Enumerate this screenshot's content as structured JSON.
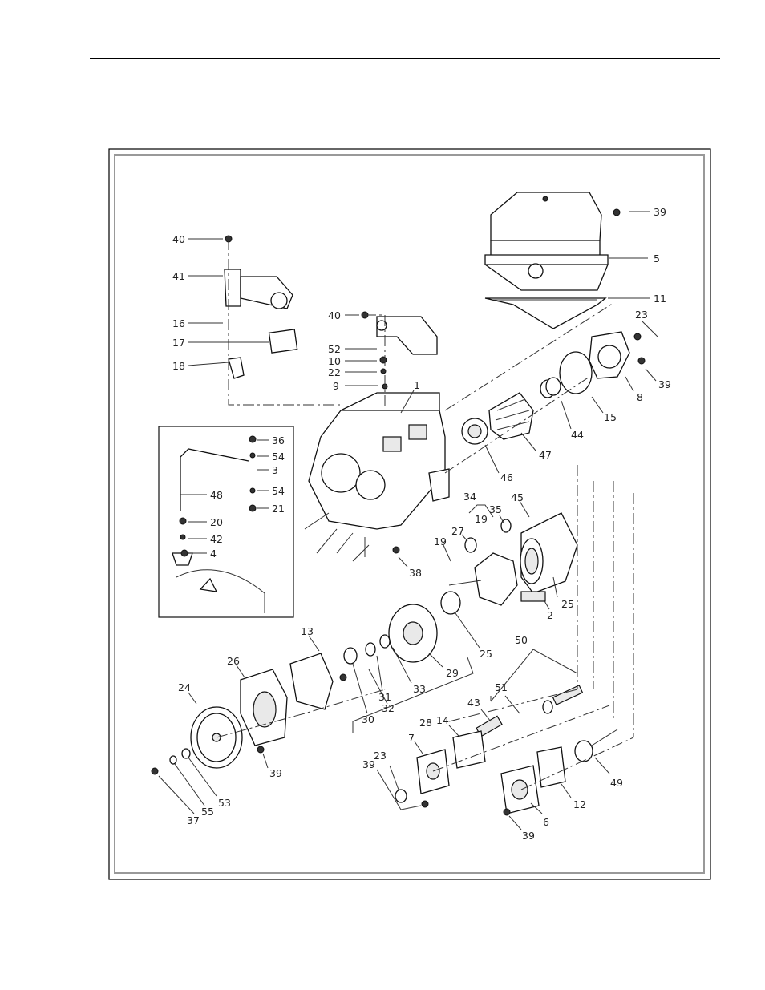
{
  "callouts": {
    "c40a": "40",
    "c41": "41",
    "c16": "16",
    "c17": "17",
    "c18": "18",
    "c40b": "40",
    "c52": "52",
    "c10": "10",
    "c22": "22",
    "c9": "9",
    "c1": "1",
    "c39a": "39",
    "c5": "5",
    "c11": "11",
    "c23a": "23",
    "c39b": "39",
    "c8": "8",
    "c15": "15",
    "c44": "44",
    "c47": "47",
    "c46": "46",
    "c36": "36",
    "c54a": "54",
    "c3": "3",
    "c54b": "54",
    "c21": "21",
    "c48": "48",
    "c20": "20",
    "c42": "42",
    "c4": "4",
    "c38": "38",
    "c34": "34",
    "c35": "35",
    "c19a": "19",
    "c45": "45",
    "c19b": "19",
    "c27": "27",
    "c25a": "25",
    "c2": "2",
    "c25b": "25",
    "c29": "29",
    "c33": "33",
    "c31": "31",
    "c32": "32",
    "c30": "30",
    "c28": "28",
    "c13": "13",
    "c26": "26",
    "c24": "24",
    "c39c": "39",
    "c53": "53",
    "c55": "55",
    "c37": "37",
    "c50": "50",
    "c51": "51",
    "c43": "43",
    "c14": "14",
    "c7": "7",
    "c23b": "23",
    "c39d": "39",
    "c49": "49",
    "c12": "12",
    "c6": "6",
    "c39e": "39"
  }
}
